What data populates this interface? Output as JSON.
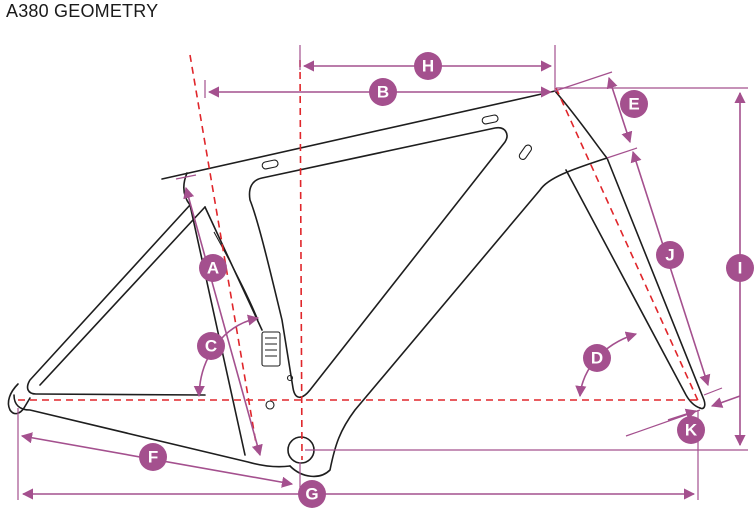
{
  "title": "A380 GEOMETRY",
  "colors": {
    "dimension": "#a4508e",
    "centerline": "#e0262b",
    "frame": "#1e1e1e"
  },
  "labels": {
    "A": "A",
    "B": "B",
    "C": "C",
    "D": "D",
    "E": "E",
    "F": "F",
    "G": "G",
    "H": "H",
    "I": "I",
    "J": "J",
    "K": "K"
  }
}
